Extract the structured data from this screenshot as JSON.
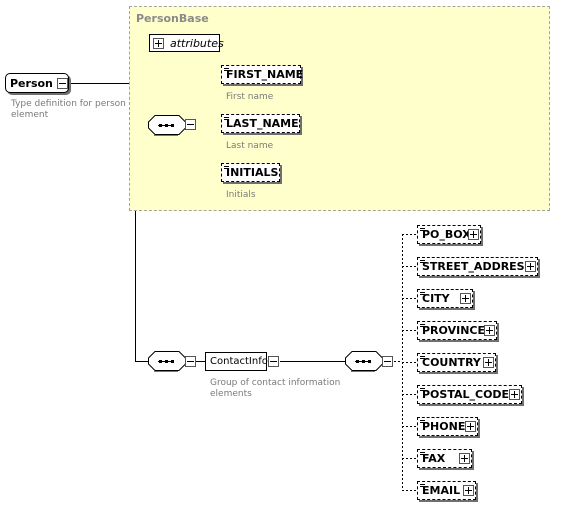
{
  "root": {
    "name": "Person",
    "doc": [
      "Type definition for person",
      "element"
    ]
  },
  "complex_type": {
    "title": "PersonBase",
    "attributes_label": "attributes",
    "elements": [
      {
        "name": "FIRST_NAME",
        "doc": "First name"
      },
      {
        "name": "LAST_NAME",
        "doc": "Last name"
      },
      {
        "name": "INITIALS",
        "doc": "Initials"
      }
    ]
  },
  "group": {
    "name": "ContactInfo",
    "doc": [
      "Group of contact information",
      "elements"
    ],
    "elements": [
      "PO_BOX",
      "STREET_ADDRESS",
      "CITY",
      "PROVINCE",
      "COUNTRY",
      "POSTAL_CODE",
      "PHONE",
      "FAX",
      "EMAIL"
    ]
  },
  "colors": {
    "complex_type_fill": "#ffffcc",
    "complex_type_border": "#a3a3a3",
    "doc_text": "#7a7a7a",
    "line": "#000000"
  }
}
